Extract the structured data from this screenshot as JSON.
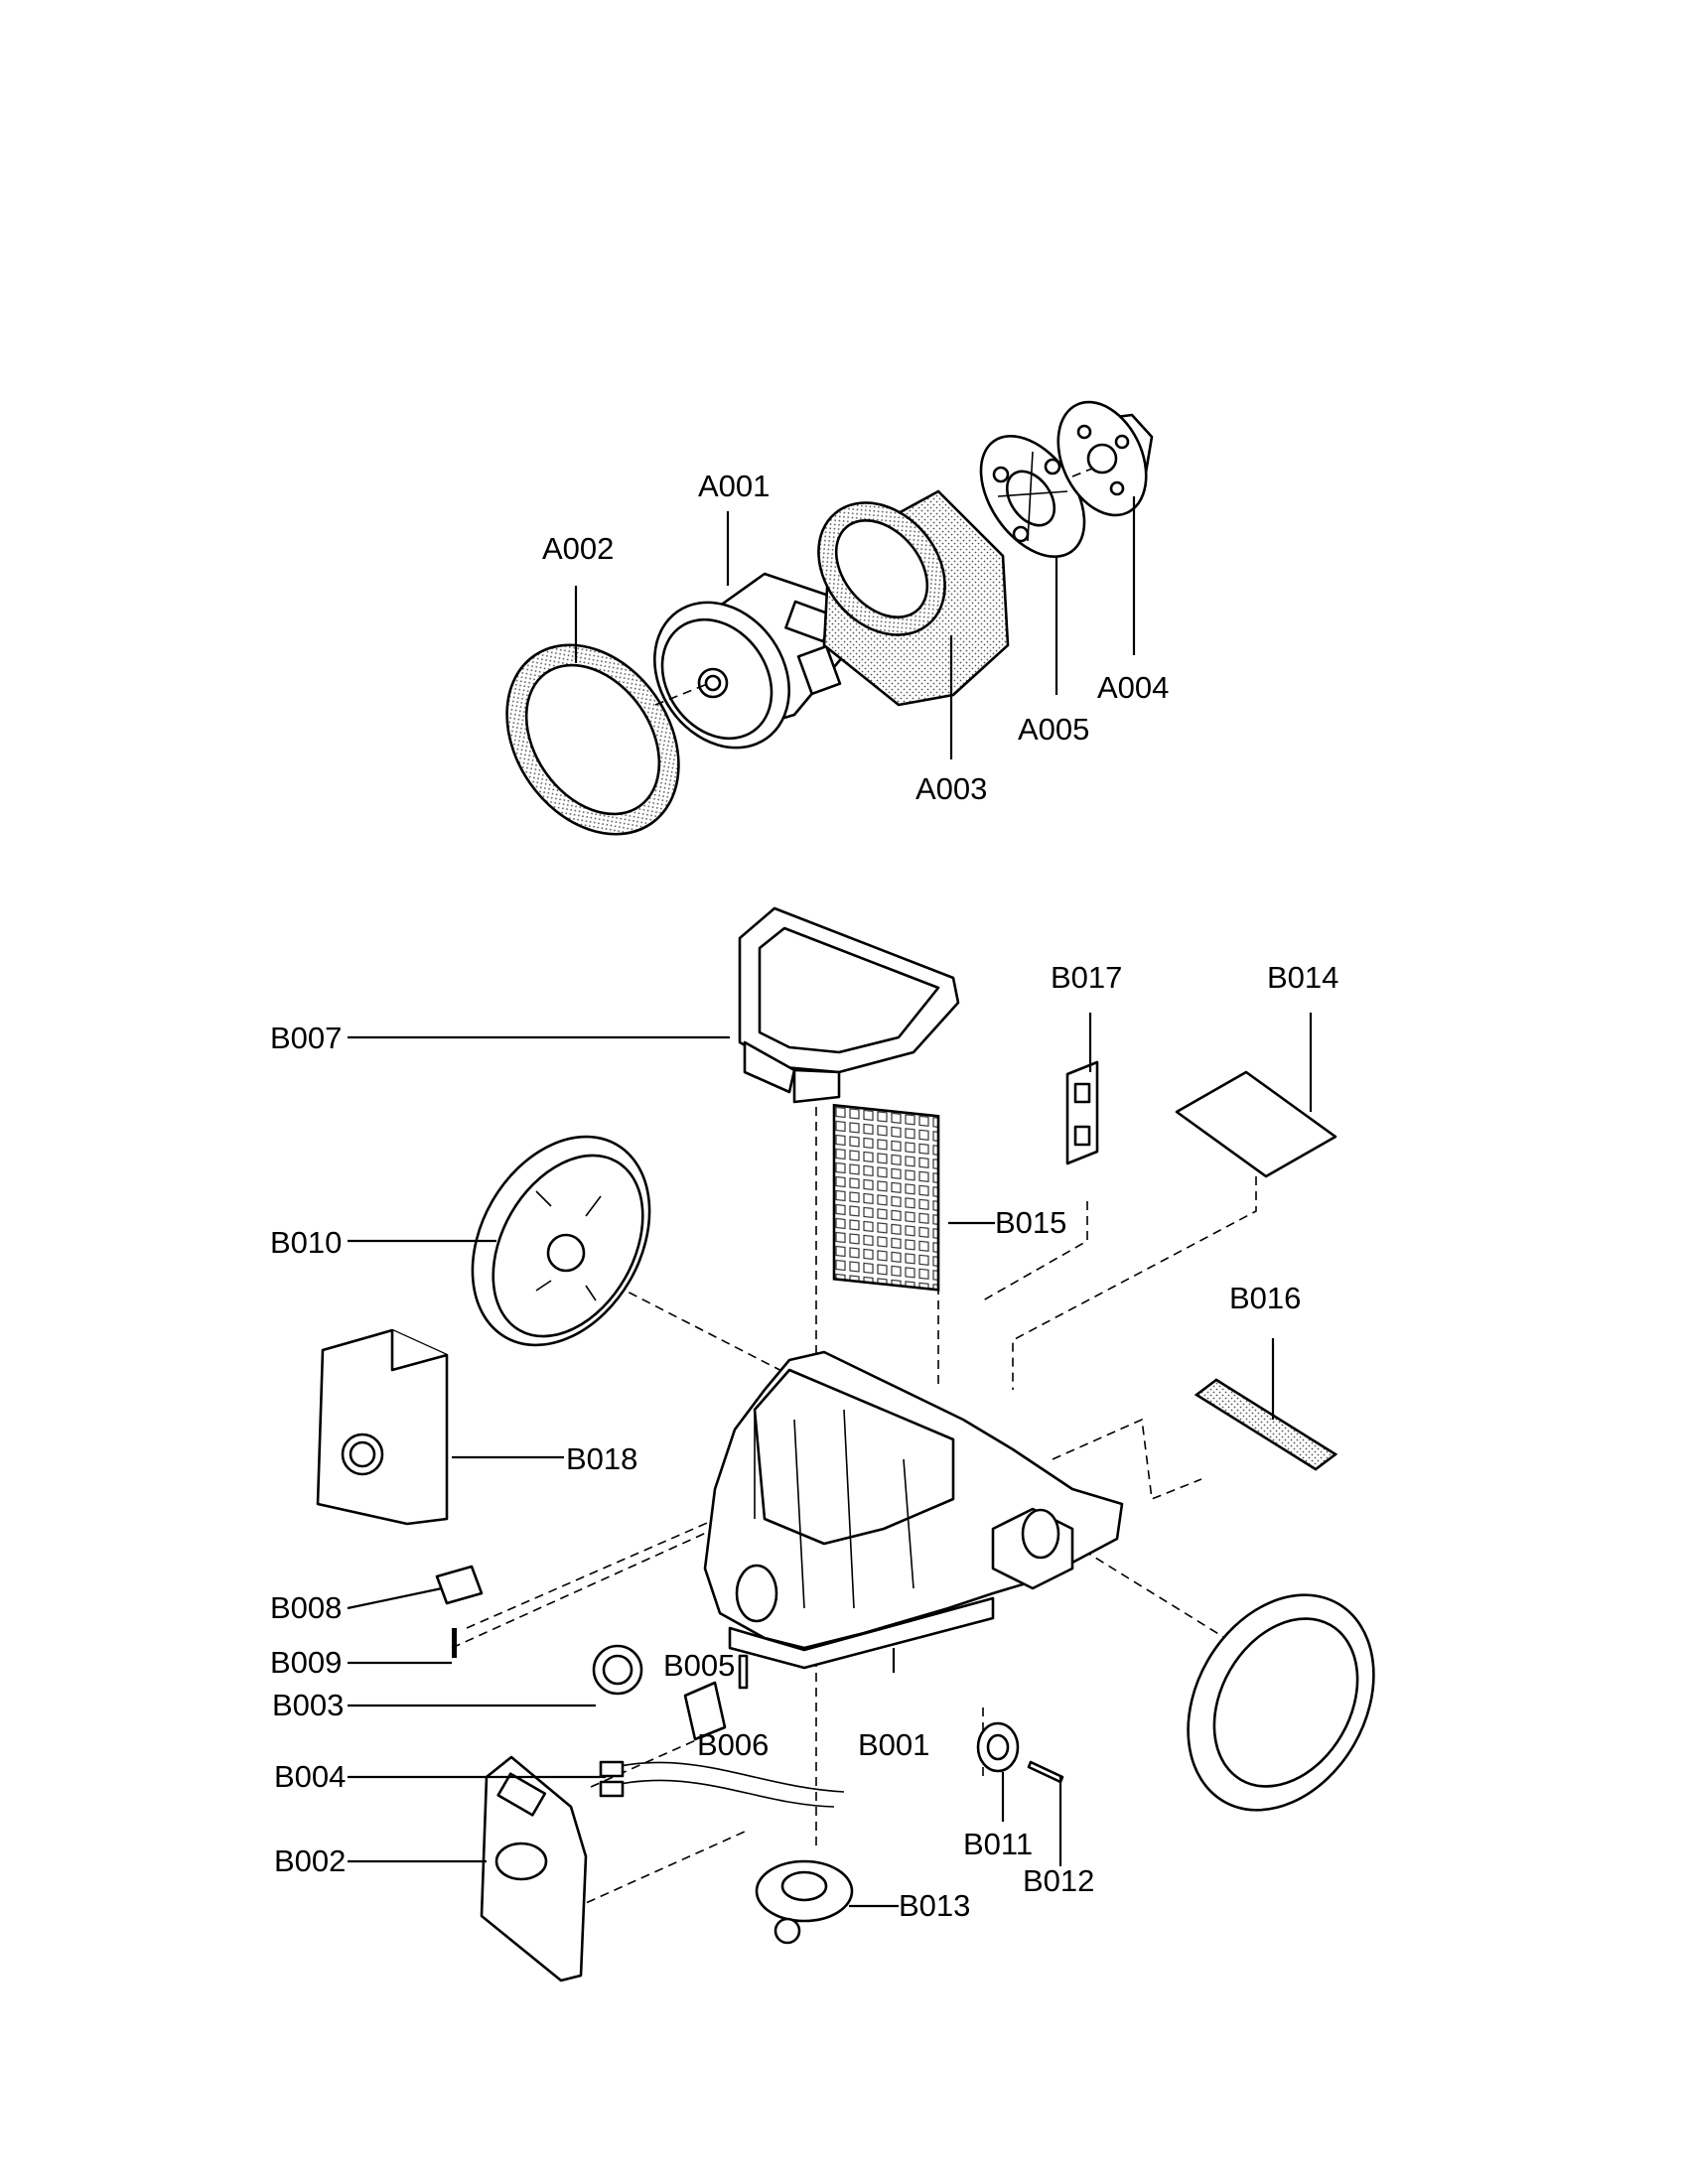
{
  "diagram": {
    "labels": {
      "A001": "A001",
      "A002": "A002",
      "A003": "A003",
      "A004": "A004",
      "A005": "A005",
      "B001": "B001",
      "B002": "B002",
      "B003": "B003",
      "B004": "B004",
      "B005": "B005",
      "B006": "B006",
      "B007": "B007",
      "B008": "B008",
      "B009": "B009",
      "B010": "B010",
      "B011": "B011",
      "B012": "B012",
      "B013": "B013",
      "B014": "B014",
      "B015": "B015",
      "B016": "B016",
      "B017": "B017",
      "B018": "B018"
    }
  }
}
